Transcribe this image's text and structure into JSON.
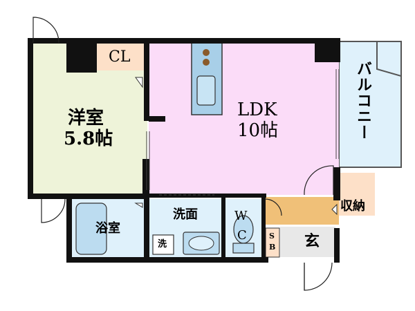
{
  "floor_plan": {
    "rooms": {
      "western_room": {
        "name": "洋室",
        "size": "5.8帖",
        "color": "#eef3d9"
      },
      "closet": {
        "name": "CL",
        "color": "#fde0c8"
      },
      "ldk": {
        "name": "LDK",
        "size": "10帖",
        "color": "#fbdcf8"
      },
      "balcony": {
        "name": "バルコニー",
        "color": "#dff1fb"
      },
      "storage": {
        "name": "収納",
        "color": "#fde0c8"
      },
      "bathroom": {
        "name": "浴室",
        "color": "#dff1fb"
      },
      "washroom": {
        "name": "洗面",
        "color": "#dff1fb"
      },
      "washer": {
        "name": "洗"
      },
      "toilet": {
        "name": "W",
        "name2": "C",
        "color": "#dff1fb"
      },
      "shoe_box": {
        "name": "S",
        "name2": "B",
        "color": "#fde0c8"
      },
      "entrance": {
        "name": "玄",
        "color": "#e8e8e8"
      }
    },
    "colors": {
      "wall": "#111111",
      "fixture": "#a8cfe8",
      "corridor": "#f0c078",
      "stove_dot": "#8a5a2a"
    }
  }
}
